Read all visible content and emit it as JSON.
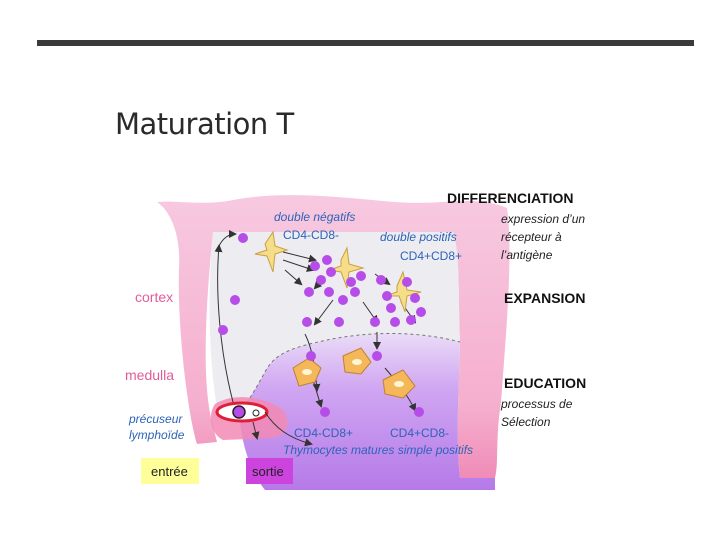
{
  "title": "Maturation T",
  "diagram": {
    "zones": {
      "cortex": "cortex",
      "medulla": "medulla"
    },
    "stages": {
      "differenciation": {
        "heading": "DIFFERENCIATION",
        "lines": [
          "expression d’un",
          "récepteur à",
          "l’antigène"
        ]
      },
      "expansion": {
        "heading": "EXPANSION"
      },
      "education": {
        "heading": "EDUCATION",
        "lines": [
          "processus de",
          "Sélection"
        ]
      }
    },
    "cell_labels": {
      "double_neg_italic": "double négatifs",
      "double_neg_marker": "CD4-CD8-",
      "double_pos_italic": "double positifs",
      "double_pos_marker": "CD4+CD8+",
      "precursor_line1": "précuseur",
      "precursor_line2": "lymphoïde",
      "cd8_single": "CD4-CD8+",
      "cd4_single": "CD4+CD8-",
      "mature": "Thymocytes matures simple positifs"
    },
    "legend": {
      "entry": {
        "label": "entrée",
        "color": "#ffff99"
      },
      "exit": {
        "label": "sortie",
        "color": "#cc44dd"
      }
    },
    "colors": {
      "capsule": "#f7b8d6",
      "cortex": "#ececf1",
      "medulla": "#c89bf0",
      "cell": "#b64de8",
      "label_blue": "#2d63b8",
      "zone_pink": "#e25c9a"
    }
  }
}
